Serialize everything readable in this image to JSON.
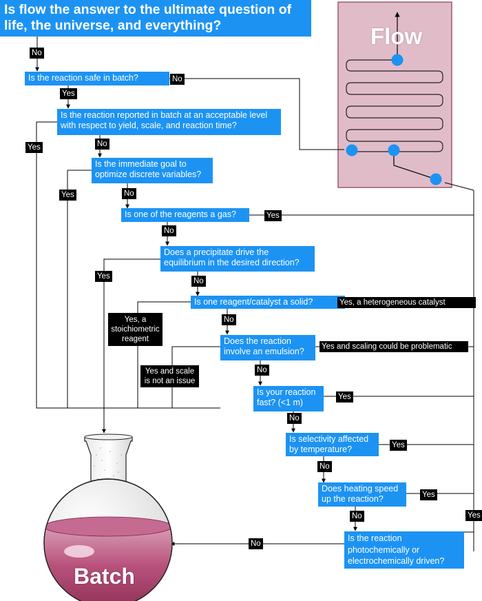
{
  "title": "Is flow the answer to the ultimate question of life, the universe, and everything?",
  "reactor_label": "Flow",
  "flask_label": "Batch",
  "questions": [
    "Is the reaction safe in batch?",
    "Is the reaction reported in batch at an acceptable level with respect to yield, scale, and reaction time?",
    "Is the immediate goal to optimize discrete variables?",
    "Is one of the reagents a gas?",
    "Does a precipitate drive the equilibrium in the desired direction?",
    "Is one reagent/catalyst a solid?",
    "Does the reaction involve an emulsion?",
    "Is your reaction fast? (<1 m)",
    "Is selectivity affected by temperature?",
    "Does heating speed up the reaction?",
    "Is the reaction photochemically or electrochemically driven?"
  ],
  "labels": {
    "no": "No",
    "yes": "Yes",
    "heterogeneous": "Yes, a heterogeneous catalyst",
    "stoichiometric": "Yes, a stoichiometric reagent",
    "scaling_problematic": "Yes and scaling could be problematic",
    "scale_not_issue": "Yes and scale is not an issue"
  },
  "colors": {
    "question_box": "#1c93f3",
    "label_box": "#000000",
    "reactor": "#dfbcc8",
    "node": "#1c93f3",
    "flask_liquid": "#b0426e"
  }
}
